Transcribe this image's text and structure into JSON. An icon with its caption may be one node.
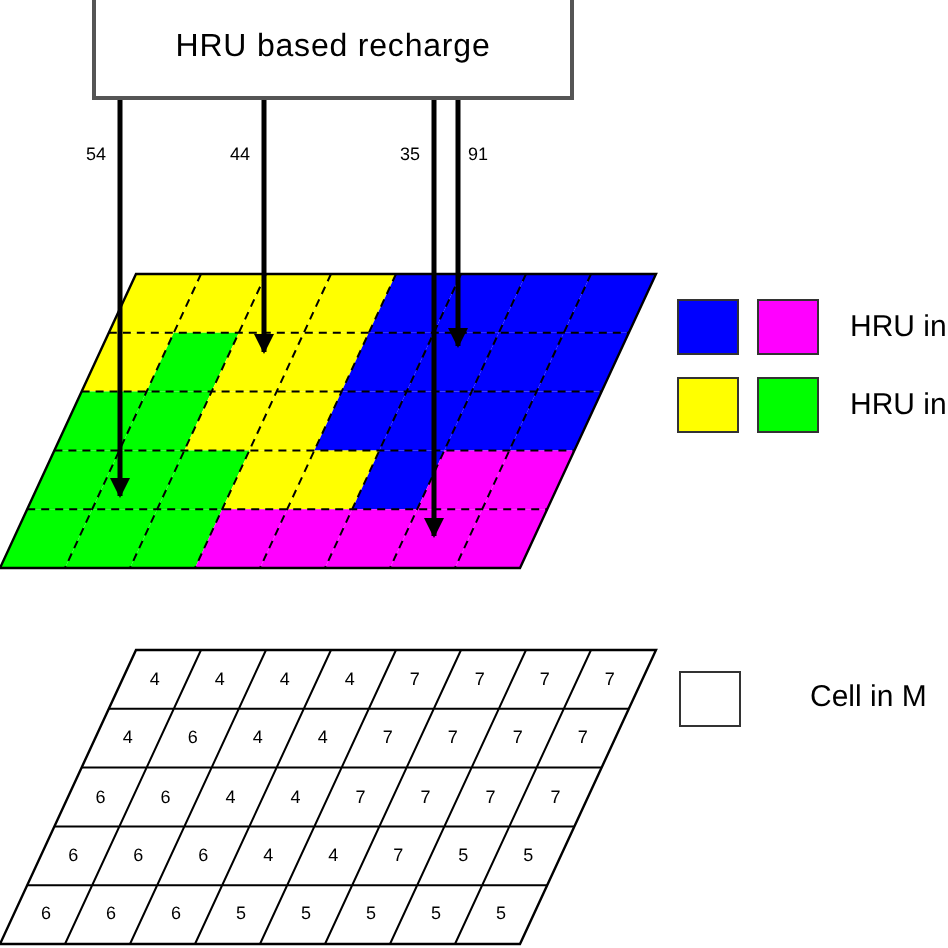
{
  "diagram": {
    "nodes": [
      {
        "text": [
          "HRU based recharge"
        ]
      },
      {
        "text": [],
        "shape": "grid"
      }
    ],
    "edges": [
      {
        "from": 0,
        "to": 1,
        "arrow": "to",
        "label": "54"
      },
      {
        "from": 0,
        "to": 1,
        "arrow": "to",
        "label": "44"
      },
      {
        "from": 0,
        "to": 1,
        "arrow": "to",
        "label": "35"
      },
      {
        "from": 0,
        "to": 1,
        "arrow": "to",
        "label": "91"
      }
    ],
    "labels": [
      "4",
      "4",
      "4",
      "4",
      "7",
      "7",
      "7",
      "7",
      "4",
      "6",
      "4",
      "4",
      "7",
      "7",
      "7",
      "7",
      "6",
      "6",
      "4",
      "4",
      "7",
      "7",
      "7",
      "7",
      "6",
      "6",
      "6",
      "4",
      "4",
      "7",
      "5",
      "5",
      "6",
      "6",
      "6",
      "5",
      "5",
      "5",
      "5",
      "5"
    ],
    "legend": [
      {
        "text": "HRU in",
        "color": "#0000ff"
      },
      {
        "text": "HRU in",
        "color": "#ffff00"
      },
      {
        "text": "Cell in M",
        "color": "#ffffff"
      }
    ]
  }
}
